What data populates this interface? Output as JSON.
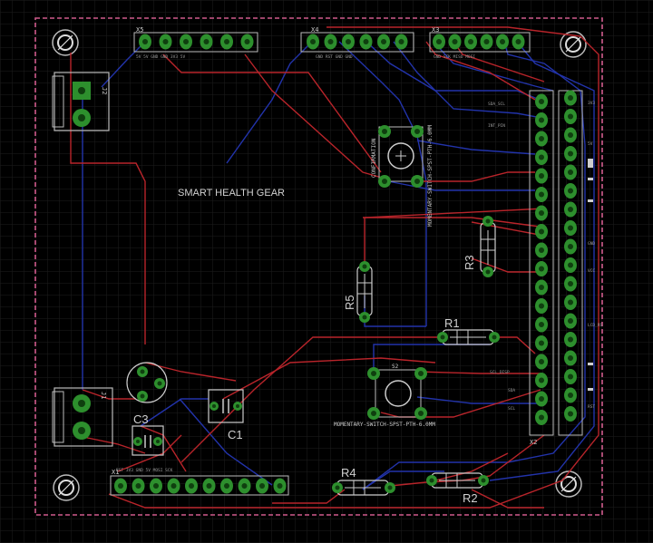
{
  "board": {
    "title": "SMART HEALTH GEAR",
    "colors": {
      "background": "#000000",
      "grid": "#1e1e1e",
      "top_trace": "#b8242a",
      "bottom_trace": "#2233aa",
      "pad": "#2d8f2d",
      "silk": "#c8c8c8",
      "outline": "#d05a8c"
    }
  },
  "parts": {
    "x5": "X5",
    "x4": "X4",
    "x3": "X3",
    "x2": "X2",
    "x1": "X1",
    "j1": "J1",
    "j2": "J2",
    "s1": "CONFIRMATION",
    "s1_value": "MOMENTARY-SWITCH-SPST-PTH-6.0MM",
    "s2": "S2",
    "s2_value": "MOMENTARY-SWITCH-SPST-PTH-6.0MM",
    "r1": "R1",
    "r2": "R2",
    "r3": "R3",
    "r4": "R4",
    "r5": "R5",
    "c1": "C1",
    "c3": "C3"
  }
}
